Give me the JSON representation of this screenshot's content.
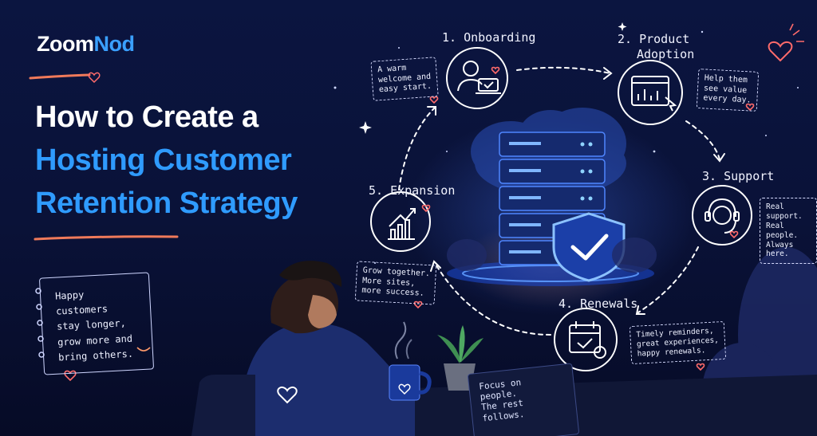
{
  "brand": {
    "name_part1": "Zoom",
    "name_part2": "Nod"
  },
  "headline": {
    "line1": "How to Create a",
    "line2": "Hosting Customer",
    "line3": "Retention Strategy"
  },
  "quote_card": {
    "lines": [
      "Happy customers",
      "stay longer,",
      "grow more and",
      "bring others."
    ]
  },
  "steps": [
    {
      "label": "1. Onboarding",
      "note": [
        "A warm",
        "welcome and",
        "easy start."
      ]
    },
    {
      "label_line1": "2. Product",
      "label_line2": "Adoption",
      "note": [
        "Help them",
        "see value",
        "every day."
      ]
    },
    {
      "label": "3. Support",
      "note": [
        "Real support.",
        "Real people.",
        "Always here."
      ]
    },
    {
      "label": "4. Renewals",
      "note": [
        "Timely reminders,",
        "great experiences,",
        "happy renewals."
      ]
    },
    {
      "label": "5. Expansion",
      "note": [
        "Grow together.",
        "More sites,",
        "more success."
      ]
    }
  ],
  "notebook": {
    "lines": [
      "Focus on",
      "people.",
      "The rest",
      "follows."
    ]
  },
  "colors": {
    "accent_blue": "#2f9bff",
    "heart_red": "#ff6b6b",
    "brush_orange": "#f07a5a",
    "background": "#0a1238"
  }
}
